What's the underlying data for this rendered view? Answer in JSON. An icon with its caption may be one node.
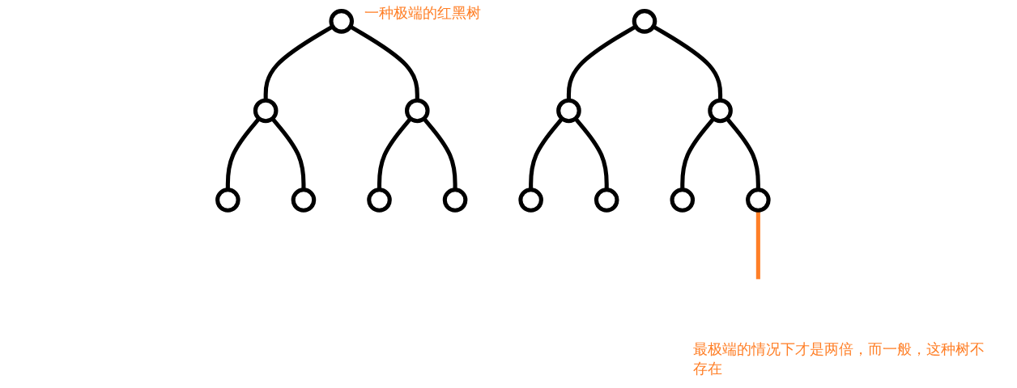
{
  "diagram": {
    "nodes": [
      {
        "text": [],
        "shape": "circle",
        "beside": [
          "一种极端的红黑树"
        ]
      },
      {
        "text": [],
        "shape": "circle"
      },
      {
        "text": [],
        "shape": "circle"
      },
      {
        "text": [],
        "shape": "circle"
      },
      {
        "text": [],
        "shape": "circle"
      },
      {
        "text": [],
        "shape": "circle"
      },
      {
        "text": [],
        "shape": "circle"
      },
      {
        "text": [],
        "shape": "circle"
      },
      {
        "text": [],
        "shape": "circle"
      },
      {
        "text": [],
        "shape": "circle"
      },
      {
        "text": [],
        "shape": "circle"
      },
      {
        "text": [],
        "shape": "circle"
      },
      {
        "text": [],
        "shape": "circle"
      },
      {
        "text": [],
        "shape": "circle"
      }
    ],
    "edges": [
      {
        "from": 0,
        "to": 1,
        "arrow": "none"
      },
      {
        "from": 0,
        "to": 2,
        "arrow": "none"
      },
      {
        "from": 1,
        "to": 3,
        "arrow": "none"
      },
      {
        "from": 1,
        "to": 4,
        "arrow": "none"
      },
      {
        "from": 2,
        "to": 5,
        "arrow": "none"
      },
      {
        "from": 2,
        "to": 6,
        "arrow": "none"
      },
      {
        "from": 7,
        "to": 8,
        "arrow": "none"
      },
      {
        "from": 7,
        "to": 9,
        "arrow": "none"
      },
      {
        "from": 8,
        "to": 10,
        "arrow": "none"
      },
      {
        "from": 8,
        "to": 11,
        "arrow": "none"
      },
      {
        "from": 9,
        "to": 12,
        "arrow": "none"
      },
      {
        "from": 9,
        "to": 13,
        "arrow": "none"
      },
      {
        "from": 13,
        "to": null,
        "arrow": "none",
        "color": "#ff7f27"
      }
    ],
    "labels": [
      "最极端的情况下才是两倍，而一般，这种树不存在"
    ]
  }
}
